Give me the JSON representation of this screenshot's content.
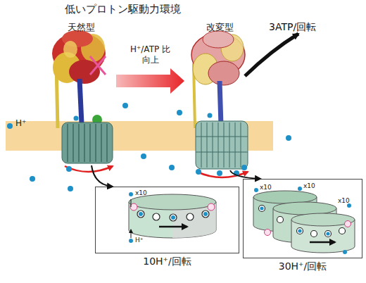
{
  "diagram": {
    "title": "低いプロトン駆動力環境",
    "nodes": [
      {
        "text": [
          "天然型"
        ]
      },
      {
        "text": [
          "改変型"
        ]
      },
      {
        "text": [
          "10H⁺/回転"
        ]
      },
      {
        "text": [
          "30H⁺/回転"
        ]
      }
    ],
    "edges": [
      {
        "from": 0,
        "to": 1,
        "label": "H⁺/ATP 比 向上",
        "arrow": "to"
      },
      {
        "from": 0,
        "to": 2,
        "arrow": "to"
      },
      {
        "from": 1,
        "to": 3,
        "arrow": "to"
      }
    ],
    "labels": [
      "3ATP/回転",
      "H⁺",
      "x10",
      "H⁺",
      "x10",
      "x10",
      "x10"
    ]
  }
}
